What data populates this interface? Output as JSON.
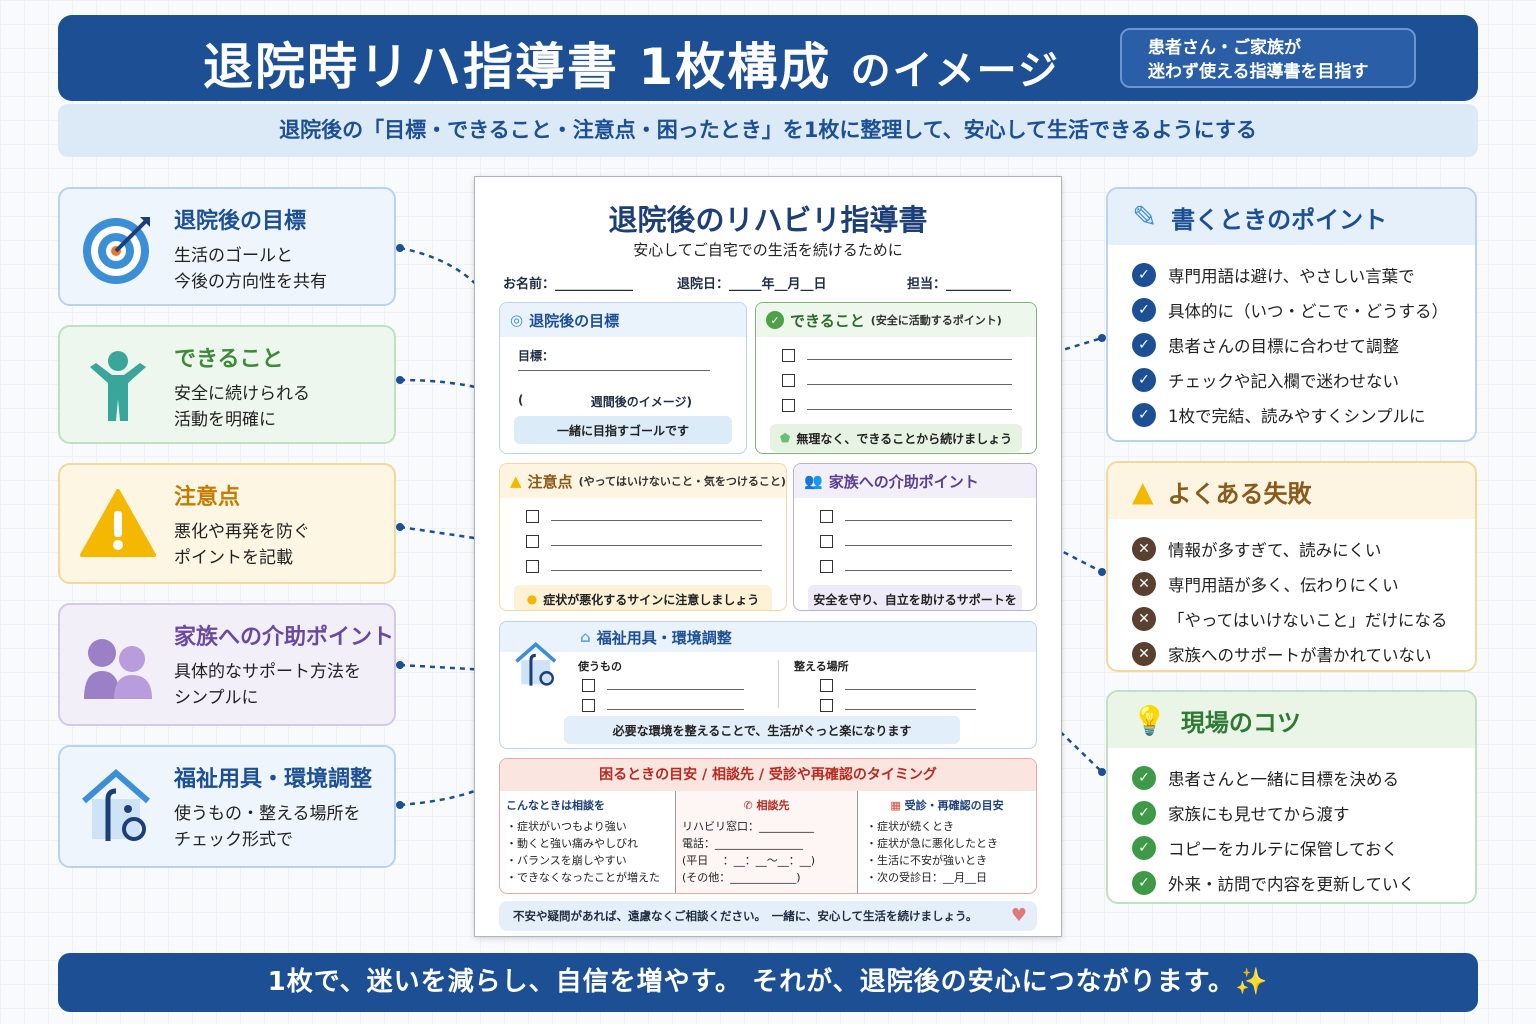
{
  "header": {
    "title_main": "退院時リハ指導書 1枚構成",
    "title_suffix": "のイメージ",
    "badge_line1": "患者さん・ご家族が",
    "badge_line2": "迷わず使える指導書を目指す"
  },
  "subtitle": "退院後の「目標・できること・注意点・困ったとき」を1枚に整理して、安心して生活できるようにする",
  "left_cards": [
    {
      "title": "退院後の目標",
      "desc1": "生活のゴールと",
      "desc2": "今後の方向性を共有",
      "icon": "target-icon",
      "color": "#1c4f94"
    },
    {
      "title": "できること",
      "desc1": "安全に続けられる",
      "desc2": "活動を明確に",
      "icon": "person-icon",
      "color": "#3d8a3a"
    },
    {
      "title": "注意点",
      "desc1": "悪化や再発を防ぐ",
      "desc2": "ポイントを記載",
      "icon": "warning-icon",
      "color": "#c77a00"
    },
    {
      "title": "家族への介助ポイント",
      "desc1": "具体的なサポート方法を",
      "desc2": "シンプルに",
      "icon": "family-icon",
      "color": "#6a4aa0"
    },
    {
      "title": "福祉用具・環境調整",
      "desc1": "使うもの・整える場所を",
      "desc2": "チェック形式で",
      "icon": "house-wheelchair-icon",
      "color": "#1c4f94"
    }
  ],
  "document": {
    "title": "退院後のリハビリ指導書",
    "subtitle": "安心してご自宅での生活を続けるために",
    "name_label": "お名前：",
    "discharge_label": "退院日：",
    "year": "年",
    "month": "月",
    "day": "日",
    "staff_label": "担当：",
    "goal": {
      "title": "退院後の目標",
      "goal_label": "目標：",
      "paren_open": "(",
      "weeks": "週間後のイメージ)",
      "note": "一緒に目指すゴールです"
    },
    "can_do": {
      "title": "できること",
      "sub": "(安全に活動するポイント)",
      "note": "無理なく、できることから続けましょう"
    },
    "caution": {
      "title": "注意点",
      "sub": "(やってはいけないこと・気をつけること)",
      "note": "症状が悪化するサインに注意しましょう"
    },
    "family": {
      "title": "家族への介助ポイント",
      "note": "安全を守り、自立を助けるサポートを"
    },
    "equipment": {
      "title": "福祉用具・環境調整",
      "use_label": "使うもの",
      "place_label": "整える場所",
      "note": "必要な環境を整えることで、生活がぐっと楽になります"
    },
    "trouble": {
      "title": "困るときの目安 / 相談先 / 受診や再確認のタイミング",
      "col1_title": "こんなときは相談を",
      "col1_items": [
        "・症状がいつもより強い",
        "・動くと強い痛みやしびれ",
        "・バランスを崩しやすい",
        "・できなくなったことが増えた"
      ],
      "col2_title": "相談先",
      "col2_items": [
        "リハビリ窓口：",
        "電話：",
        "(平日　 ：__：__〜__：__)",
        "(その他："
      ],
      "col2_close": ")",
      "col3_title": "受診・再確認の目安",
      "col3_items": [
        "・症状が続くとき",
        "・症状が急に悪化したとき",
        "・生活に不安が強いとき",
        "・次の受診日：__月__日"
      ]
    },
    "closing": "不安や疑問があれば、遠慮なくご相談ください。　一緒に、安心して生活を続けましょう。"
  },
  "right_cards": [
    {
      "title": "書くときのポイント",
      "color": "#1c4f94",
      "items": [
        "専門用語は避け、やさしい言葉で",
        "具体的に（いつ・どこで・どうする）",
        "患者さんの目標に合わせて調整",
        "チェックや記入欄で迷わせない",
        "1枚で完結、読みやすくシンプルに"
      ]
    },
    {
      "title": "よくある失敗",
      "color": "#8a5a1a",
      "items": [
        "情報が多すぎて、読みにくい",
        "専門用語が多く、伝わりにくい",
        "「やってはいけないこと」だけになる",
        "家族へのサポートが書かれていない"
      ]
    },
    {
      "title": "現場のコツ",
      "color": "#2e7a35",
      "items": [
        "患者さんと一緒に目標を決める",
        "家族にも見せてから渡す",
        "コピーをカルテに保管しておく",
        "外来・訪問で内容を更新していく"
      ]
    }
  ],
  "footer": "1枚で、迷いを減らし、自信を増やす。 それが、退院後の安心につながります。✨"
}
